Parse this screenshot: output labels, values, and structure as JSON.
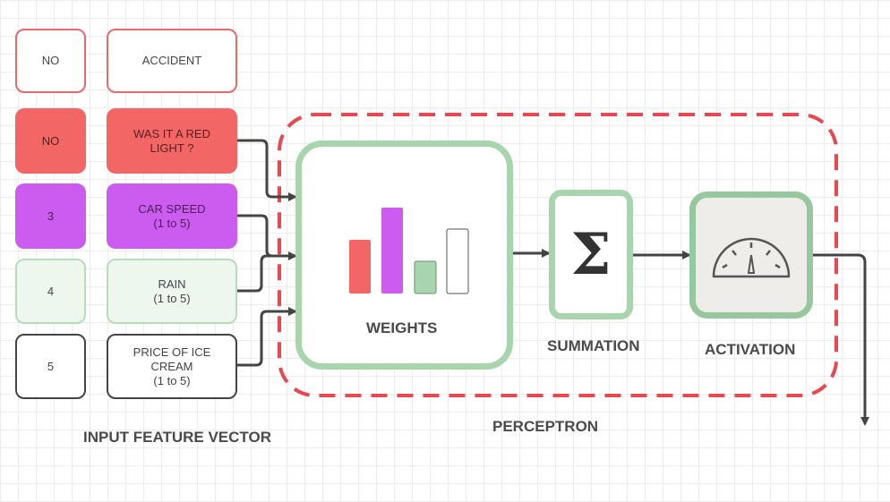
{
  "output_row": {
    "value": "NO",
    "label": "ACCIDENT"
  },
  "features": [
    {
      "value": "NO",
      "label": "WAS IT A RED\nLIGHT ?",
      "color": "#f26666"
    },
    {
      "value": "3",
      "label": "CAR SPEED\n(1 to 5)",
      "color": "#cc5cf0"
    },
    {
      "value": "4",
      "label": "RAIN\n(1 to 5)",
      "color": "#eef7ee"
    },
    {
      "value": "5",
      "label": "PRICE OF ICE\nCREAM\n(1 to 5)",
      "color": "#ffffff"
    }
  ],
  "labels": {
    "input_feature_vector": "INPUT FEATURE VECTOR",
    "weights": "WEIGHTS",
    "summation": "SUMMATION",
    "activation": "ACTIVATION",
    "perceptron": "PERCEPTRON"
  },
  "icons": {
    "summation_symbol": "Σ",
    "weights": "bar-chart-icon",
    "activation": "gauge-icon"
  },
  "colors": {
    "node_border": "#a8d5ad",
    "perceptron_border": "#e8484f",
    "arrow": "#444444"
  }
}
